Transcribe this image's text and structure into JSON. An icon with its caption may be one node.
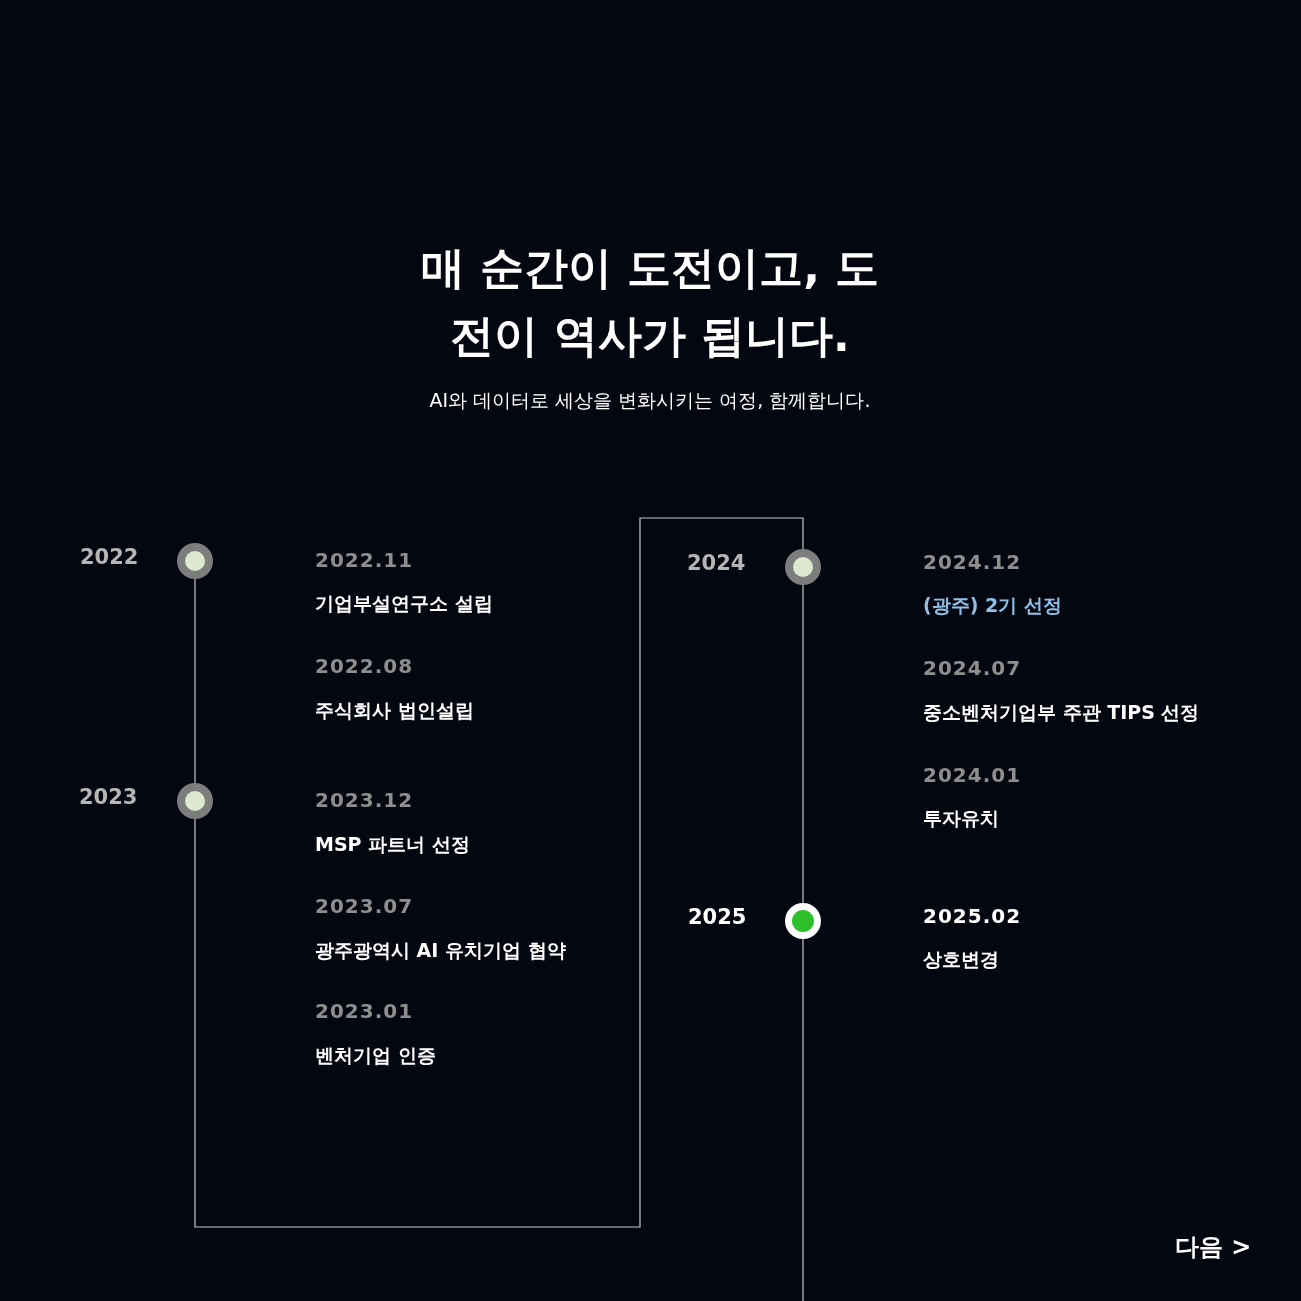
{
  "diagram": {
    "title": "매 순간이 도전이고, 도전이 역사가 됩니다.",
    "caption": "AI와 데이터로 세상을 변화시키는 여정, 함께합니다.",
    "nodes": [
      {
        "text": [],
        "shape": "circle",
        "beside": [
          "2022"
        ]
      },
      {
        "text": [],
        "shape": "circle",
        "beside": [
          "2023"
        ]
      },
      {
        "text": [],
        "shape": "circle",
        "beside": [
          "2024"
        ]
      },
      {
        "text": [],
        "shape": "circle",
        "beside": [
          "2025"
        ]
      }
    ],
    "edges": [
      {
        "from": 0,
        "to": 1,
        "arrow": "none"
      },
      {
        "from": 1,
        "to": 2,
        "arrow": "none"
      },
      {
        "from": 2,
        "to": 3,
        "arrow": "none"
      },
      {
        "from": 3,
        "to": null,
        "arrow": "none"
      }
    ],
    "labels": [
      "2022.11",
      "기업부설연구소 설립",
      "2022.08",
      "주식회사 법인설립",
      "2023.12",
      "MSP 파트너 선정",
      "2023.07",
      "광주광역시 AI 유치기업 협약",
      "2023.01",
      "벤처기업 인증",
      "2024.12",
      "(광주) 2기 선정",
      "2024.07",
      "중소벤처기업부 주관 TIPS 선정",
      "2024.01",
      "투자유치",
      "2025.02",
      "상호변경",
      "다음 >"
    ]
  }
}
